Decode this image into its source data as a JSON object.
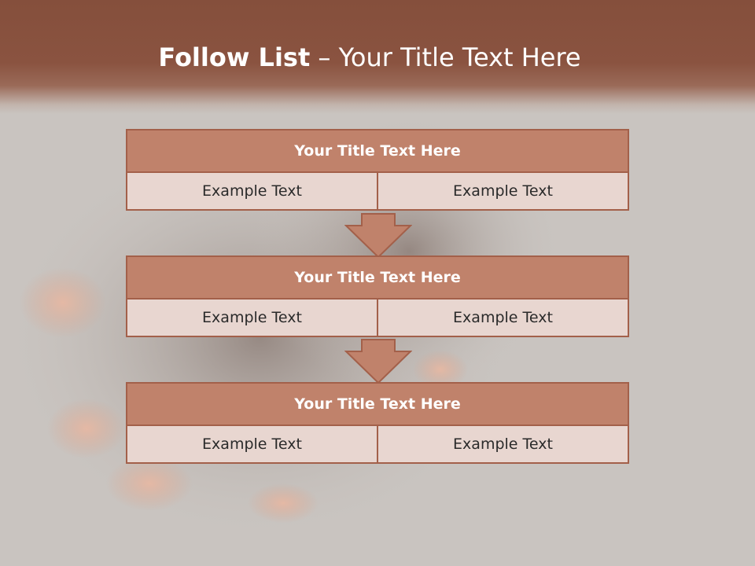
{
  "slide": {
    "title_bold": "Follow List",
    "title_rest": "– Your Title Text Here"
  },
  "boxes": [
    {
      "title": "Your Title Text Here",
      "left": "Example Text",
      "right": "Example Text"
    },
    {
      "title": "Your Title Text Here",
      "left": "Example Text",
      "right": "Example Text"
    },
    {
      "title": "Your Title Text Here",
      "left": "Example Text",
      "right": "Example Text"
    }
  ],
  "colors": {
    "header": "#854f3c",
    "box_title_fill": "#c0826b",
    "box_cell_fill": "#e8d6d0",
    "border": "#a3604a",
    "background": "#c9c4c0"
  }
}
